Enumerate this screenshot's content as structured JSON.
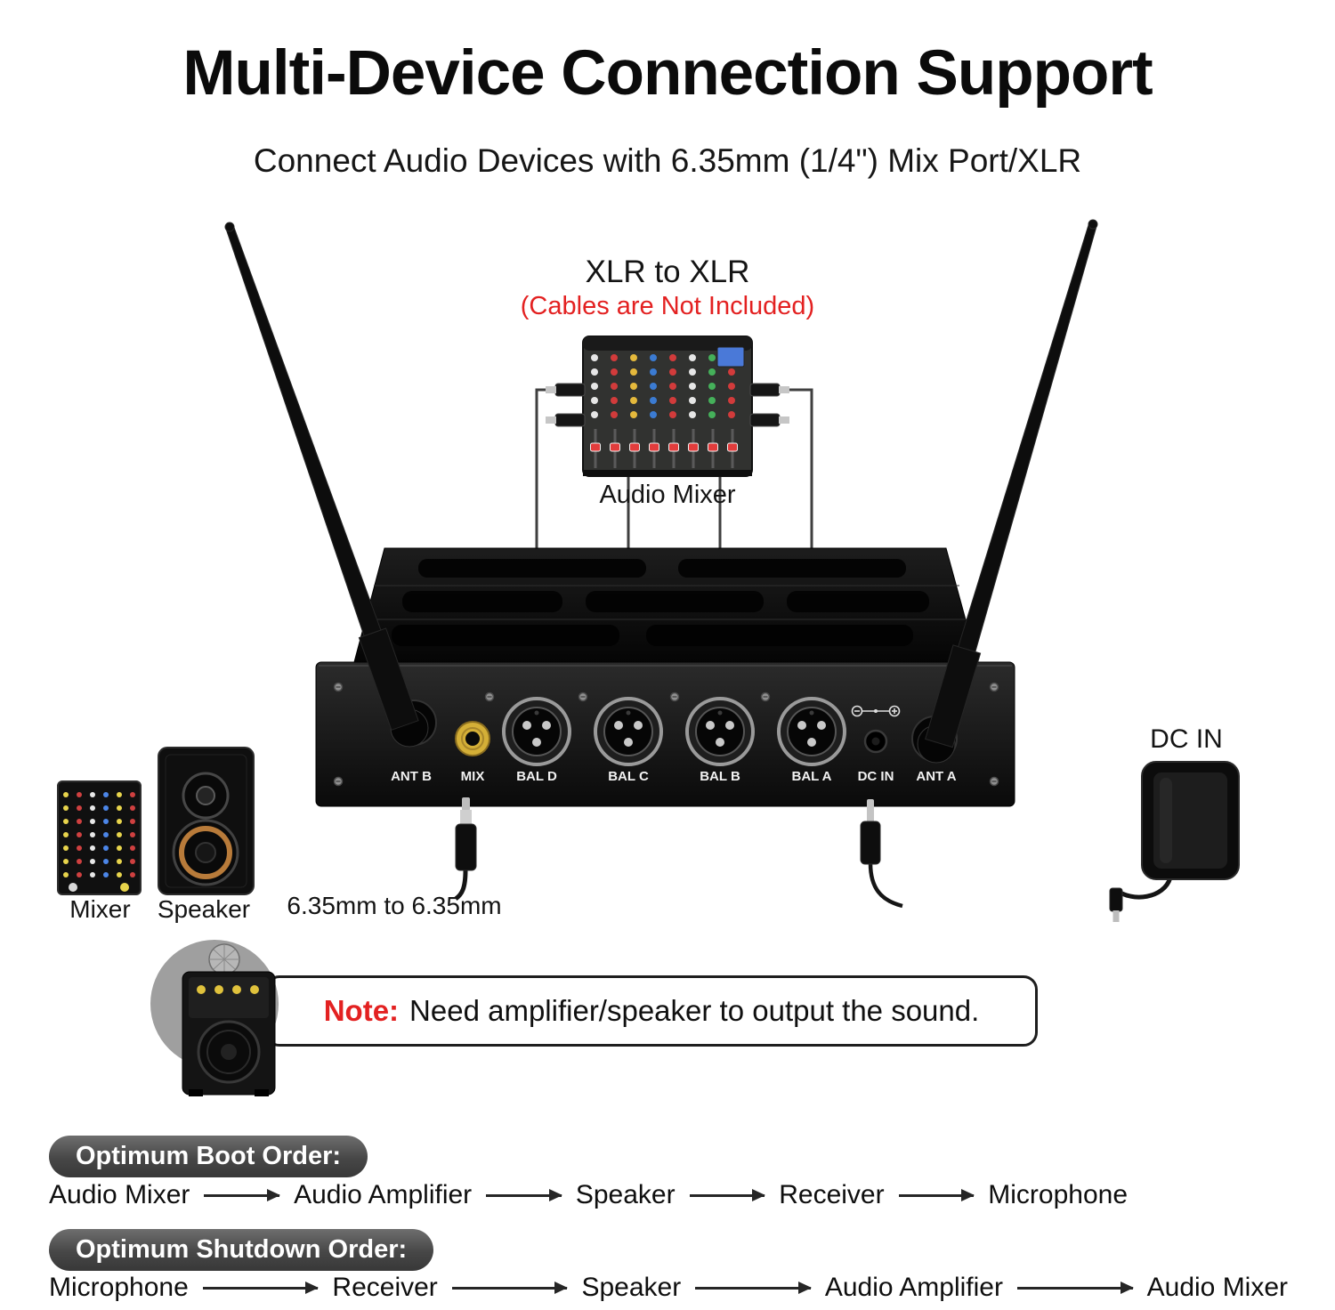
{
  "header": {
    "title": "Multi-Device Connection Support",
    "subtitle": "Connect Audio Devices with 6.35mm (1/4\") Mix Port/XLR"
  },
  "xlr_section": {
    "title": "XLR to XLR",
    "note": "(Cables are Not Included)",
    "mixer_label": "Audio Mixer"
  },
  "receiver": {
    "ports": [
      "ANT B",
      "MIX",
      "BAL D",
      "BAL C",
      "BAL B",
      "BAL A",
      "DC IN",
      "ANT A"
    ]
  },
  "left_devices": {
    "mixer_label": "Mixer",
    "speaker_label": "Speaker",
    "cable_label": "6.35mm to 6.35mm"
  },
  "power": {
    "dc_in_label": "DC IN"
  },
  "note_bar": {
    "prefix": "Note:",
    "text": "Need amplifier/speaker to output the sound."
  },
  "boot_order": {
    "badge": "Optimum Boot Order:",
    "items": [
      "Audio Mixer",
      "Audio Amplifier",
      "Speaker",
      "Receiver",
      "Microphone"
    ]
  },
  "shutdown_order": {
    "badge": "Optimum Shutdown Order:",
    "items": [
      "Microphone",
      "Receiver",
      "Speaker",
      "Audio Amplifier",
      "Audio Mixer"
    ]
  },
  "colors": {
    "accent_red": "#e32121",
    "badge_bg": "#4a4a4a",
    "gold_jack": "#d4af37"
  }
}
